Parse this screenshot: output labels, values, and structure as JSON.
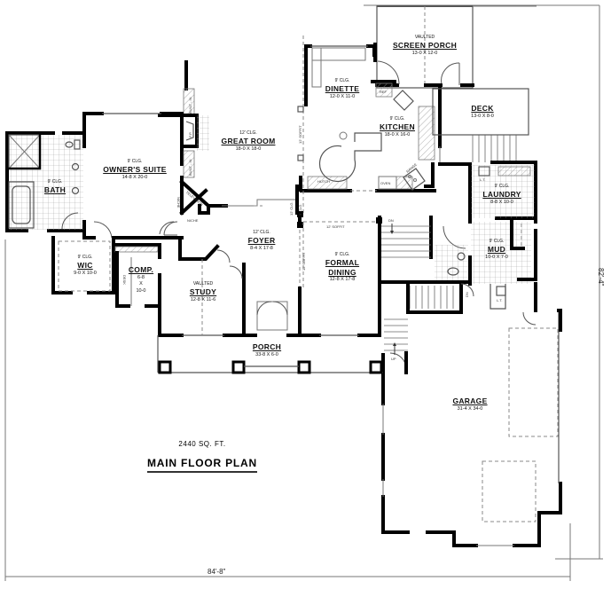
{
  "plan": {
    "square_footage": "2440 SQ. FT.",
    "title": "MAIN FLOOR PLAN",
    "overall_width": "84'-8\"",
    "overall_depth": "82'-4\""
  },
  "rooms": {
    "screen_porch": {
      "note": "VAULTED",
      "name": "SCREEN PORCH",
      "dims": "13-0 X 12-0"
    },
    "dinette": {
      "ceiling": "9' CLG.",
      "name": "DINETTE",
      "dims": "12-0 X 11-0"
    },
    "kitchen": {
      "ceiling": "9' CLG.",
      "name": "KITCHEN",
      "dims": "18-0 X 16-0"
    },
    "deck": {
      "name": "DECK",
      "dims": "13-0 X 8-0"
    },
    "great_room": {
      "ceiling": "12' CLG.",
      "name": "GREAT ROOM",
      "dims": "18-0 X 18-0"
    },
    "owners_suite": {
      "ceiling": "9' CLG.",
      "name": "OWNER'S SUITE",
      "dims": "14-8 X 20-0"
    },
    "bath": {
      "ceiling": "9' CLG.",
      "name": "BATH"
    },
    "wic": {
      "ceiling": "9' CLG.",
      "name": "WIC",
      "dims": "9-0 X 10-0"
    },
    "comp": {
      "name": "COMP.",
      "dims_w": "6-8",
      "dims_x": "X",
      "dims_h": "10-0"
    },
    "study": {
      "note": "VAULTED",
      "name": "STUDY",
      "dims": "12-8 X 11-6"
    },
    "foyer": {
      "ceiling": "12' CLG.",
      "name": "FOYER",
      "dims": "8-4 X 17-8"
    },
    "formal_dining": {
      "ceiling": "9' CLG.",
      "name_line1": "FORMAL",
      "name_line2": "DINING",
      "dims": "12-8 X 17-8"
    },
    "laundry": {
      "ceiling": "9' CLG.",
      "name": "LAUNDRY",
      "dims": "8-8 X 10-0"
    },
    "mud": {
      "ceiling": "9' CLG.",
      "name": "MUD",
      "dims": "10-0 X 7-0"
    },
    "porch": {
      "name": "PORCH",
      "dims": "33-8 X 6-0"
    },
    "garage": {
      "name": "GARAGE",
      "dims": "31-4 X 34-0"
    }
  },
  "annotations": {
    "built_in_1": "BUILT - IN",
    "built_in_2": "BUILT - IN",
    "fireplace": "F.P.",
    "television": "TELEVISION",
    "niche_1": "NICHE",
    "niche_2": "NICHE",
    "desk": "DESK",
    "soffit_1": "12' SOFFIT",
    "soffit_2": "12' SOFFIT",
    "soffit_3": "12' SOFFIT",
    "clg_12": "12' CLG.",
    "clg_9": "9' CLG.",
    "hutch": "HUTCH",
    "oven": "OVEN",
    "ref": "REF",
    "range": "RANGE",
    "down_1": "DN",
    "down_2": "DN",
    "up": "UP",
    "laundry_tub": "L.T.",
    "garage_sink": "L.T."
  }
}
